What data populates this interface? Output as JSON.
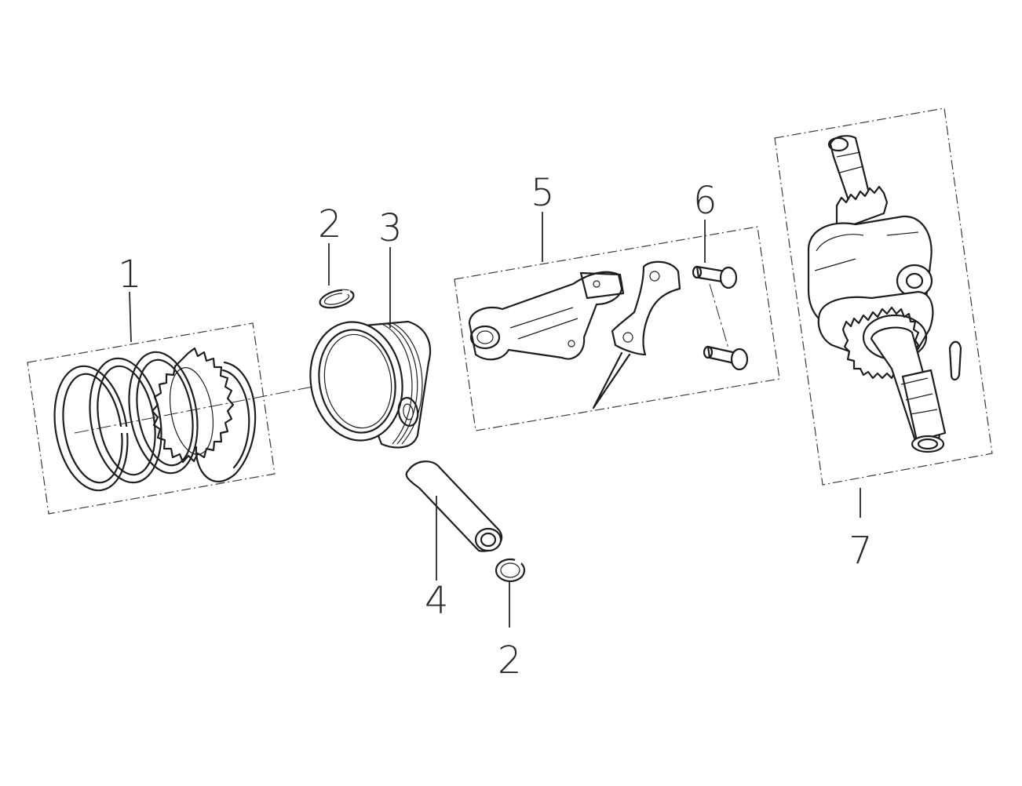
{
  "diagram": {
    "callouts": [
      {
        "id": "1",
        "text": "1"
      },
      {
        "id": "2a",
        "text": "2"
      },
      {
        "id": "3",
        "text": "3"
      },
      {
        "id": "4",
        "text": "4"
      },
      {
        "id": "2b",
        "text": "2"
      },
      {
        "id": "5",
        "text": "5"
      },
      {
        "id": "6",
        "text": "6"
      },
      {
        "id": "7",
        "text": "7"
      }
    ]
  }
}
